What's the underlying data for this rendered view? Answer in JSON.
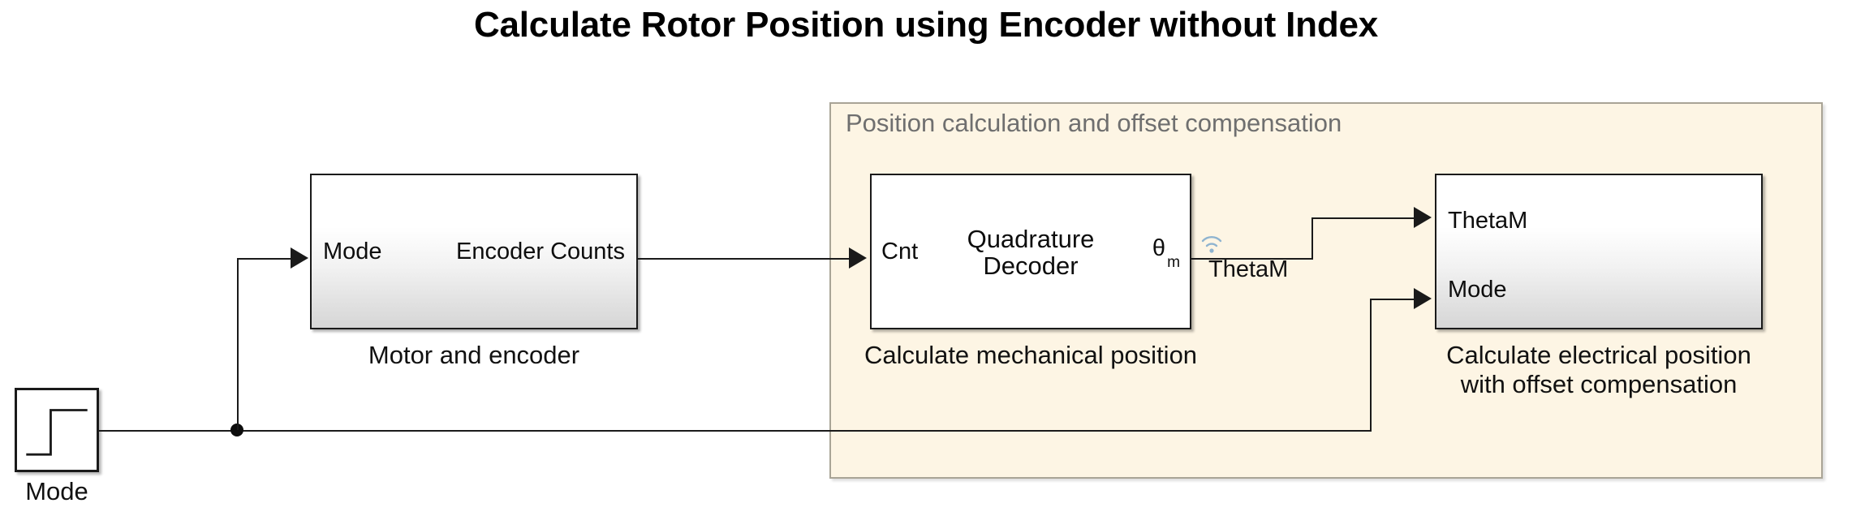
{
  "title": "Calculate Rotor Position using Encoder without Index",
  "area": {
    "label": "Position calculation and offset compensation",
    "fill_color": "#FDF5E4",
    "border_color": "#A9A496"
  },
  "blocks": {
    "step_source": {
      "caption": "Mode",
      "icon": "step-signal-icon"
    },
    "motor": {
      "input_port": "Mode",
      "output_port": "Encoder Counts",
      "caption": "Motor and encoder"
    },
    "decoder": {
      "input_port": "Cnt",
      "center_line1": "Quadrature",
      "center_line2": "Decoder",
      "output_port_symbol": "θ",
      "output_port_subscript": "m",
      "caption": "Calculate mechanical position"
    },
    "electrical": {
      "input_port_1": "ThetaM",
      "input_port_2": "Mode",
      "caption_line1": "Calculate electrical position",
      "caption_line2": "with offset compensation"
    }
  },
  "signals": {
    "thetam_label": "ThetaM",
    "broadcast_icon": "wireless-broadcast-icon",
    "broadcast_icon_color": "#8FB4D0"
  }
}
